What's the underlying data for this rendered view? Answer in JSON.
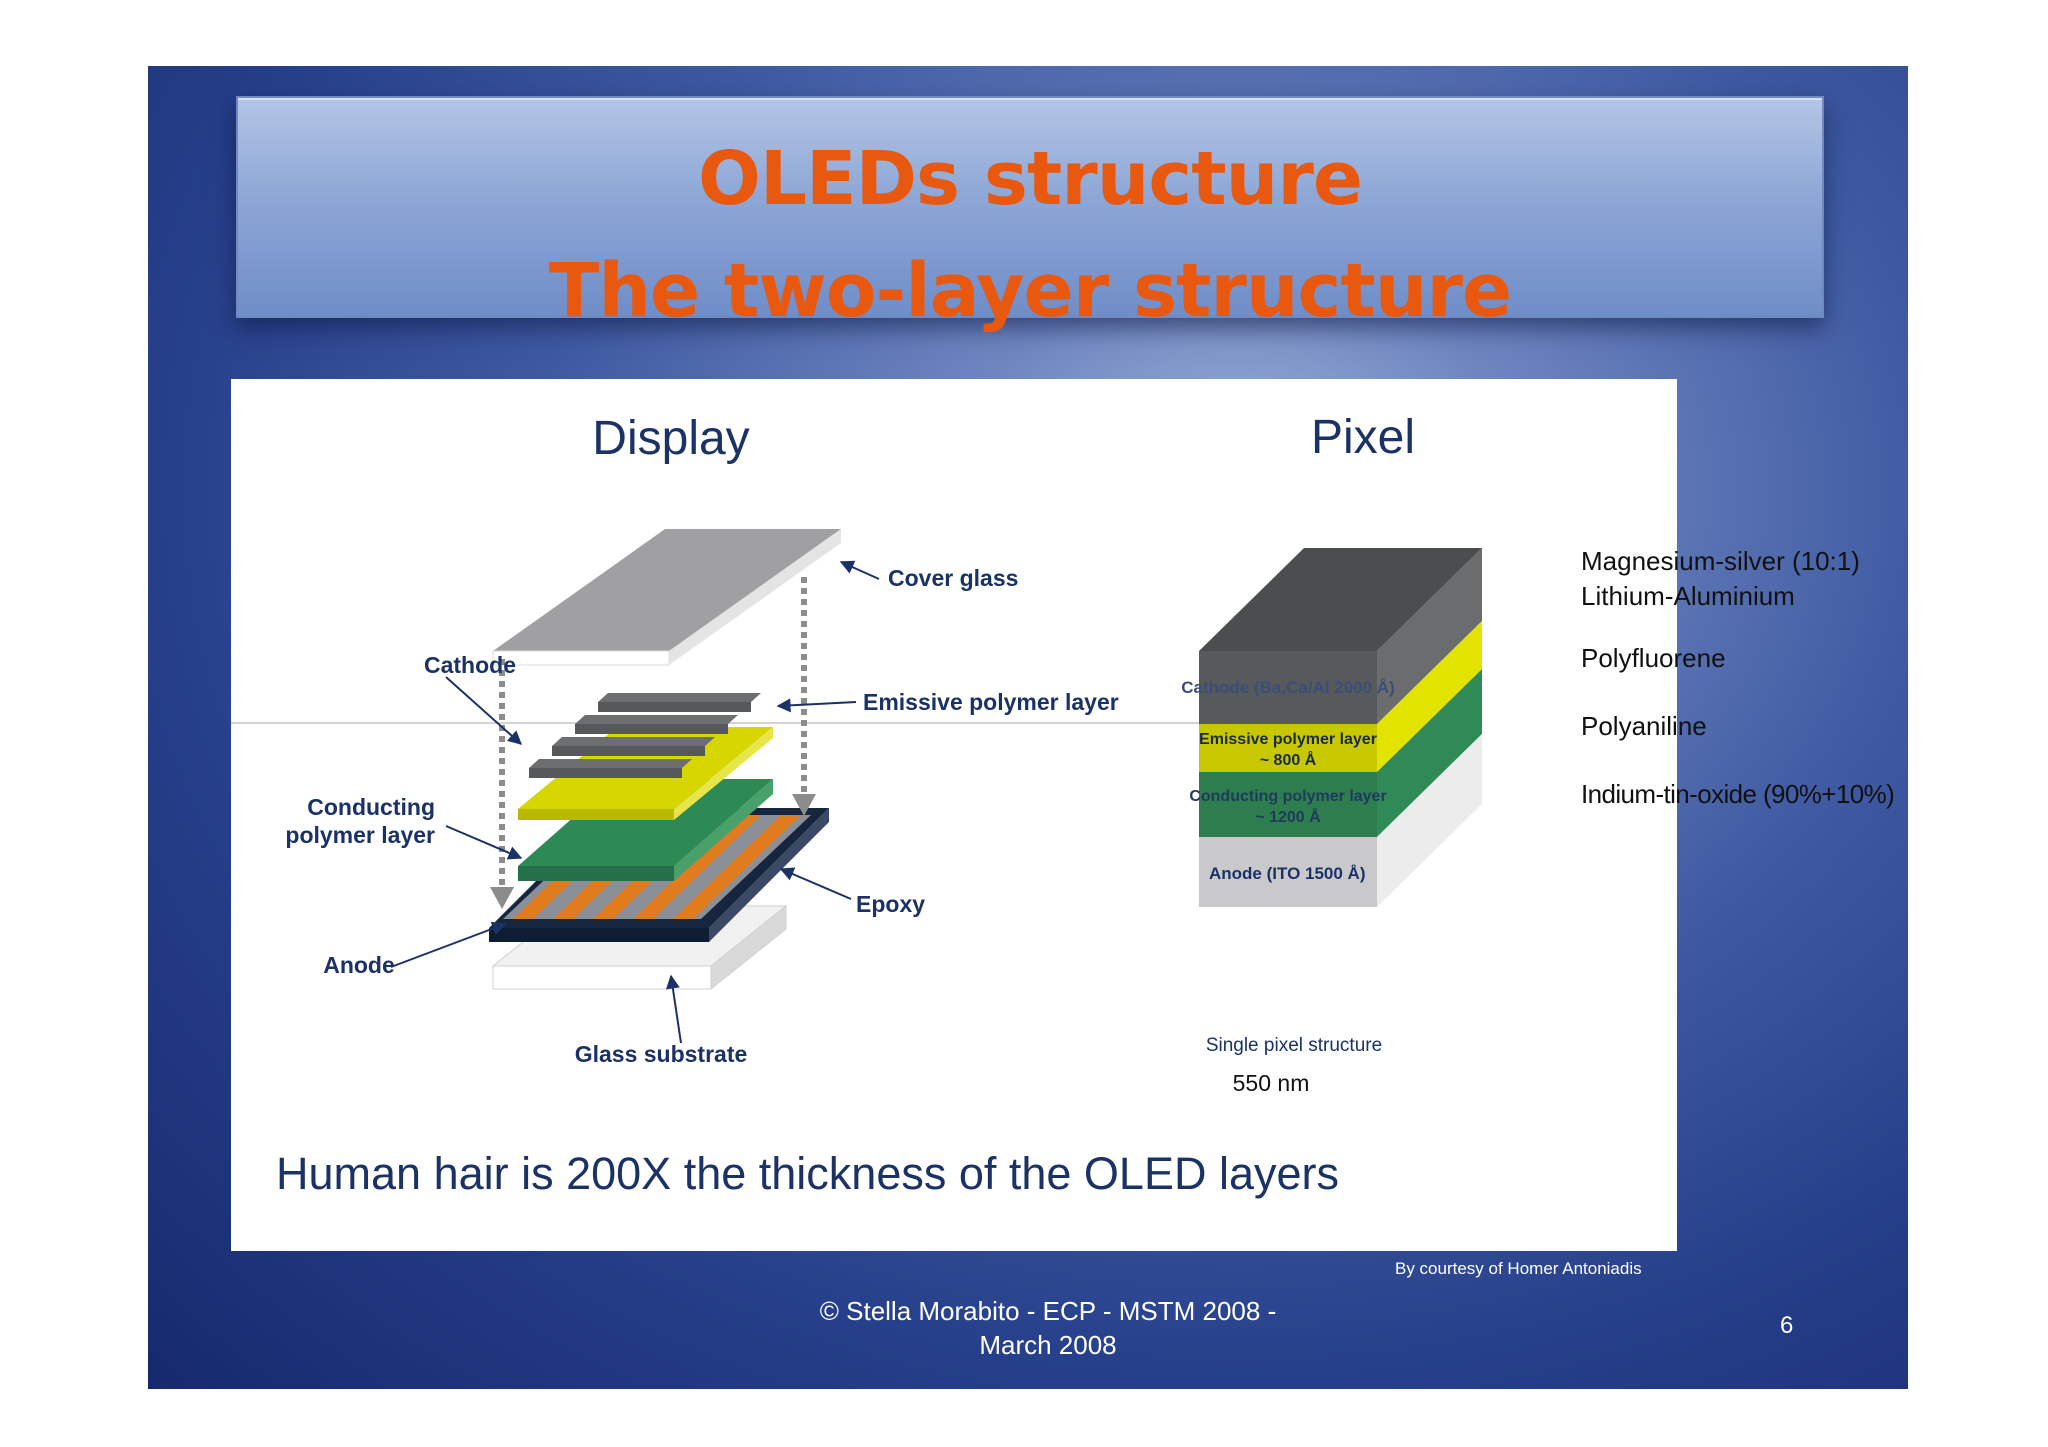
{
  "title": {
    "line1": "OLEDs structure",
    "line2": "The two-layer structure"
  },
  "display": {
    "heading": "Display",
    "labels": {
      "cover_glass": "Cover glass",
      "cathode": "Cathode",
      "emissive": "Emissive polymer layer",
      "conducting_1": "Conducting",
      "conducting_2": "polymer layer",
      "epoxy": "Epoxy",
      "anode": "Anode",
      "glass_substrate": "Glass substrate"
    }
  },
  "pixel": {
    "heading": "Pixel",
    "layers": {
      "cathode": "Cathode (Ba,Ca/Al 2000 Å)",
      "emissive_1": "Emissive polymer layer",
      "emissive_2": "~ 800 Å",
      "conducting_1": "Conducting polymer layer",
      "conducting_2": "~ 1200 Å",
      "anode": "Anode (ITO 1500 Å)"
    },
    "caption": "Single pixel structure",
    "size": "550 nm"
  },
  "annotations": {
    "magnesium": "Magnesium-silver (10:1)",
    "lithium": "Lithium-Aluminium",
    "polyfluorene": "Polyfluorene",
    "polyaniline": "Polyaniline",
    "ito": "Indium-tin-oxide (90%+10%)"
  },
  "hair_note": "Human hair is 200X the thickness of the OLED layers",
  "courtesy": "By courtesy of Homer Antoniadis",
  "footer": {
    "line1": "© Stella Morabito - ECP - MSTM 2008 -",
    "line2": "March 2008"
  },
  "slide_number": "6",
  "colors": {
    "title": "#e8590f",
    "navy_text": "#1a3266",
    "cathode": "#58595b",
    "emissive": "#c8c800",
    "conducting": "#2e7d4f",
    "anode": "#c9c9cb",
    "electrode_stripe": "#e07b1e"
  }
}
